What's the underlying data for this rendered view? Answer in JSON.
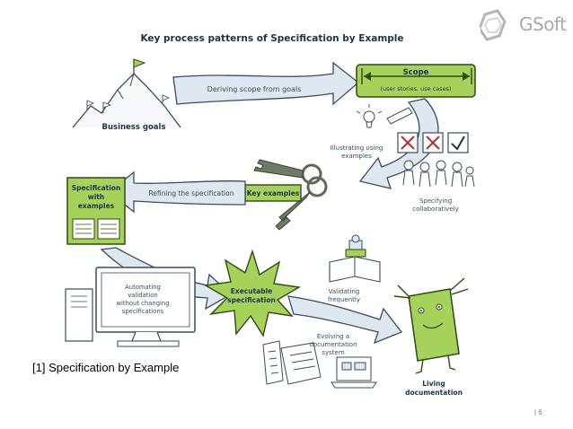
{
  "slide": {
    "logo_text": "GSoft",
    "caption": "[1] Specification by Example",
    "page_number": "| 6"
  },
  "diagram": {
    "title": "Key process patterns of Specification by Example",
    "scope": {
      "title": "Scope",
      "subtitle": "(user stories, use cases)"
    },
    "deriving": "Deriving scope from goals",
    "business_goals": "Business goals",
    "illustrating": [
      "Illustrating using",
      "examples"
    ],
    "specifying": [
      "Specifying",
      "collaboratively"
    ],
    "key_examples": "Key examples",
    "refining": "Refining the specification",
    "spec_with_examples": [
      "Specification",
      "with",
      "examples"
    ],
    "executable": [
      "Executable",
      "specification"
    ],
    "automating": [
      "Automating",
      "validation",
      "without changing",
      "specifications"
    ],
    "validating": [
      "Validating",
      "frequently"
    ],
    "evolving": [
      "Evolving a",
      "documentation",
      "system"
    ],
    "living": [
      "Living",
      "documentation"
    ]
  },
  "colors": {
    "arrow_fill": "#dfe8f0",
    "arrow_stroke": "#3a4d5e",
    "green": "#a6d25c",
    "green_dark": "#2e4a14",
    "ink": "#1f3347"
  }
}
